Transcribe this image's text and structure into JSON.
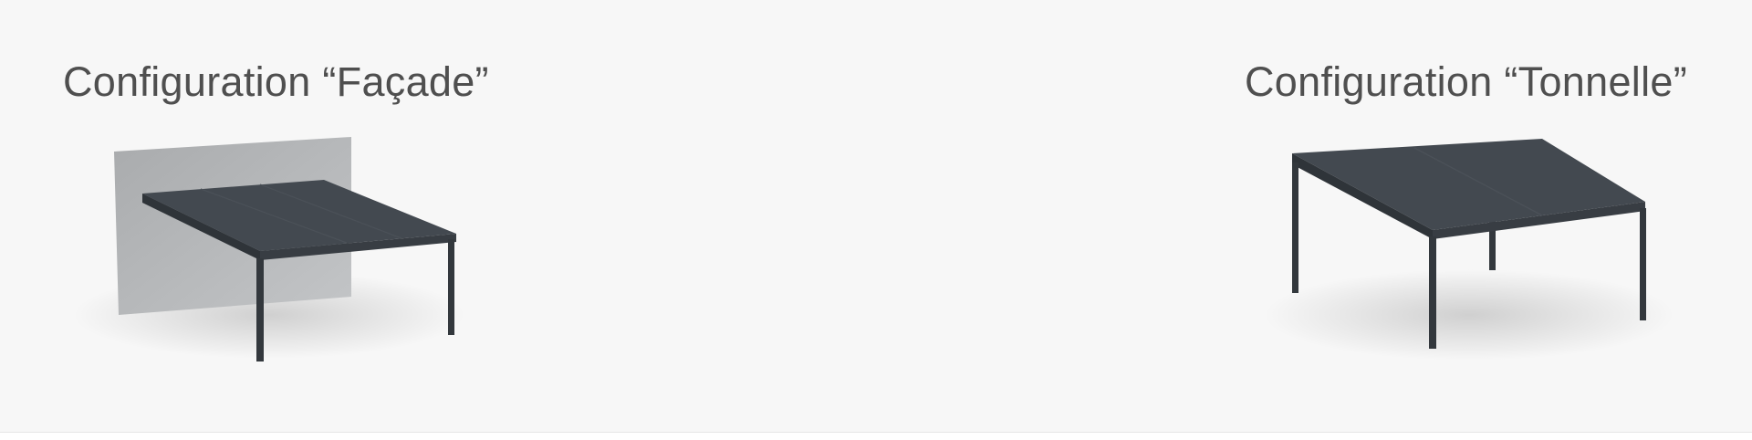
{
  "configurations": [
    {
      "id": "facade",
      "title": "Configuration “Façade”",
      "illustration": "pergola-attached-to-wall-icon"
    },
    {
      "id": "tonnelle",
      "title": "Configuration “Tonnelle”",
      "illustration": "freestanding-pergola-icon"
    }
  ],
  "colors": {
    "background": "#f7f7f7",
    "title_text": "#4f4f4f",
    "pergola_frame": "#3a3f45",
    "pergola_roof": "#434950",
    "wall_panel": "#b9bbbd"
  }
}
